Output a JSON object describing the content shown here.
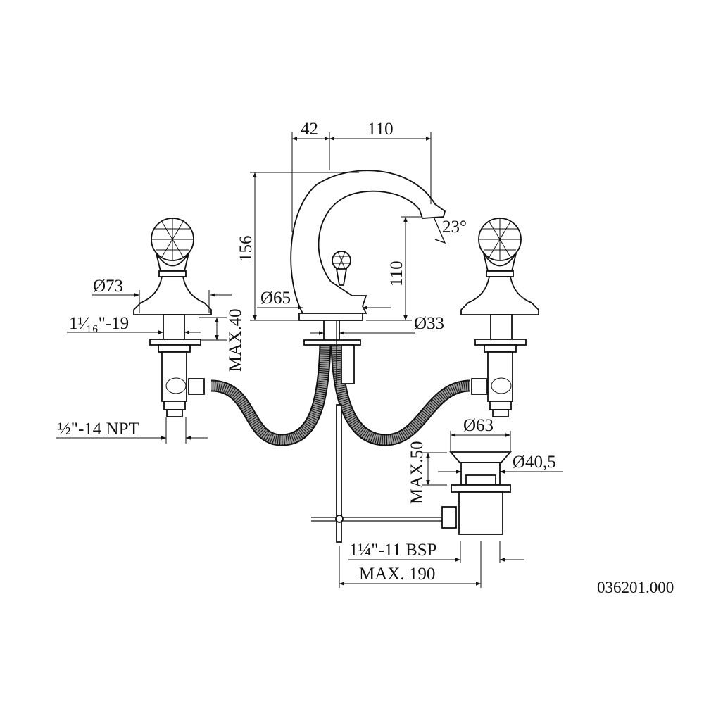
{
  "drawing": {
    "part_number": "036201.000",
    "dimensions": {
      "spout_offset": "42",
      "spout_reach": "110",
      "total_height": "156",
      "spout_height": "110",
      "spout_angle": "23°",
      "spout_base_diameter": "Ø65",
      "spout_shank_diameter": "Ø33",
      "handle_base_diameter": "Ø73",
      "handle_thread": "1¹⁄₁₆\"-19",
      "max_deck_thickness": "MAX.40",
      "inlet_thread": "½\"-14 NPT",
      "drain_flange_diameter": "Ø63",
      "drain_body_diameter": "Ø40,5",
      "drain_max_thickness": "MAX.50",
      "drain_thread": "1¼\"-11 BSP",
      "drain_max_length": "MAX. 190"
    }
  }
}
